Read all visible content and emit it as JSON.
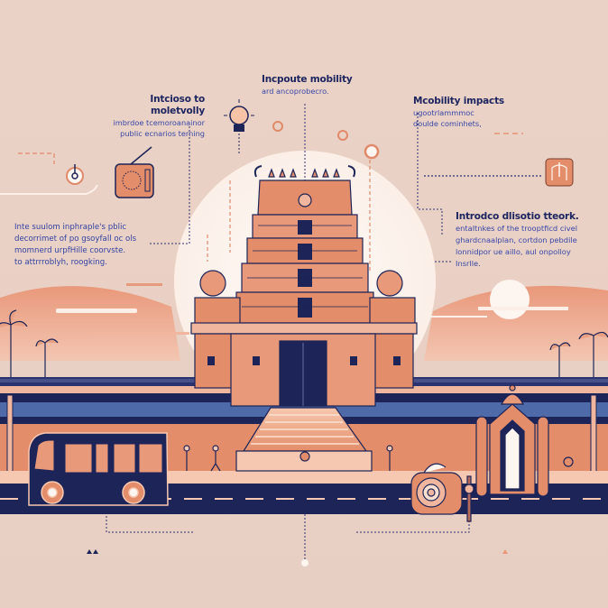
{
  "infographic": {
    "colors": {
      "background": "#ebd2c6",
      "primary_navy": "#1d2457",
      "text_blue": "#3848a8",
      "terracotta": "#e08a6a",
      "light_salmon": "#f0b79e",
      "band_blue": "#4f6aa8",
      "white_glow": "#fbf3ee"
    },
    "callouts": [
      {
        "id": "top-left",
        "heading": "Intcioso to moletvolly",
        "body": [
          "imbrdoe tcemoroanainor",
          "public ecnarios terning"
        ]
      },
      {
        "id": "top-center",
        "heading": "Incpoute mobility",
        "body": [
          "ard ancoprobecro."
        ]
      },
      {
        "id": "top-right",
        "heading": "Mcobility impacts",
        "body": [
          "ugootrlammmoc",
          "doulde cominhets,"
        ]
      },
      {
        "id": "mid-left",
        "heading": "",
        "body": [
          "Inte suulom inphraple's pblic",
          "decorrimet of po gsoyfall oc ols",
          "momnerd urpfHille coorvste.",
          "to attrrroblyh, roogking."
        ]
      },
      {
        "id": "mid-right",
        "heading": "Introdco dlisotio tteork.",
        "body": [
          "entaltnkes of the trooptficd civel",
          "ghardcnaalplan, cortdon pebdile",
          "lonnidpor ue aillo, aul onpolloy",
          "Insrlle."
        ]
      }
    ],
    "icons": [
      "lightbulb-icon",
      "radio-icon",
      "pin-marker-icon",
      "tablet-app-icon",
      "bus-icon",
      "temple-gopuram-icon",
      "gate-arch-icon",
      "camera-lens-icon",
      "palm-tree-icon",
      "pedestrian-icon"
    ]
  }
}
